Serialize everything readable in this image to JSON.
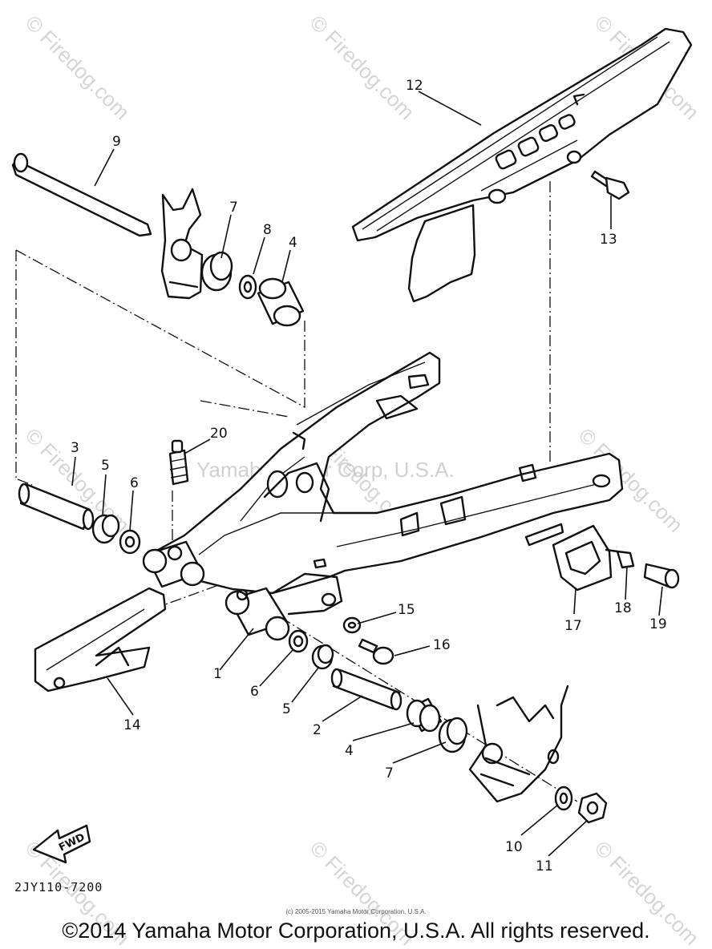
{
  "watermark": {
    "site": "© Firedog.com",
    "overlay": "Yamaha Motor Corp, U.S.A."
  },
  "callouts": {
    "c1": "1",
    "c2": "2",
    "c3": "3",
    "c4a": "4",
    "c4b": "4",
    "c5a": "5",
    "c5b": "5",
    "c6a": "6",
    "c6b": "6",
    "c7a": "7",
    "c7b": "7",
    "c8": "8",
    "c9": "9",
    "c10": "10",
    "c11": "11",
    "c12": "12",
    "c13": "13",
    "c14": "14",
    "c15": "15",
    "c16": "16",
    "c17": "17",
    "c18": "18",
    "c19": "19",
    "c20": "20"
  },
  "fwd_label": "FWD",
  "diagram_code": "2JY110-7200",
  "small_copyright": "(c) 2005-2015 Yamaha Motor Corporation, U.S.A.",
  "copyright": "©2014 Yamaha Motor Corporation, U.S.A. All rights reserved."
}
